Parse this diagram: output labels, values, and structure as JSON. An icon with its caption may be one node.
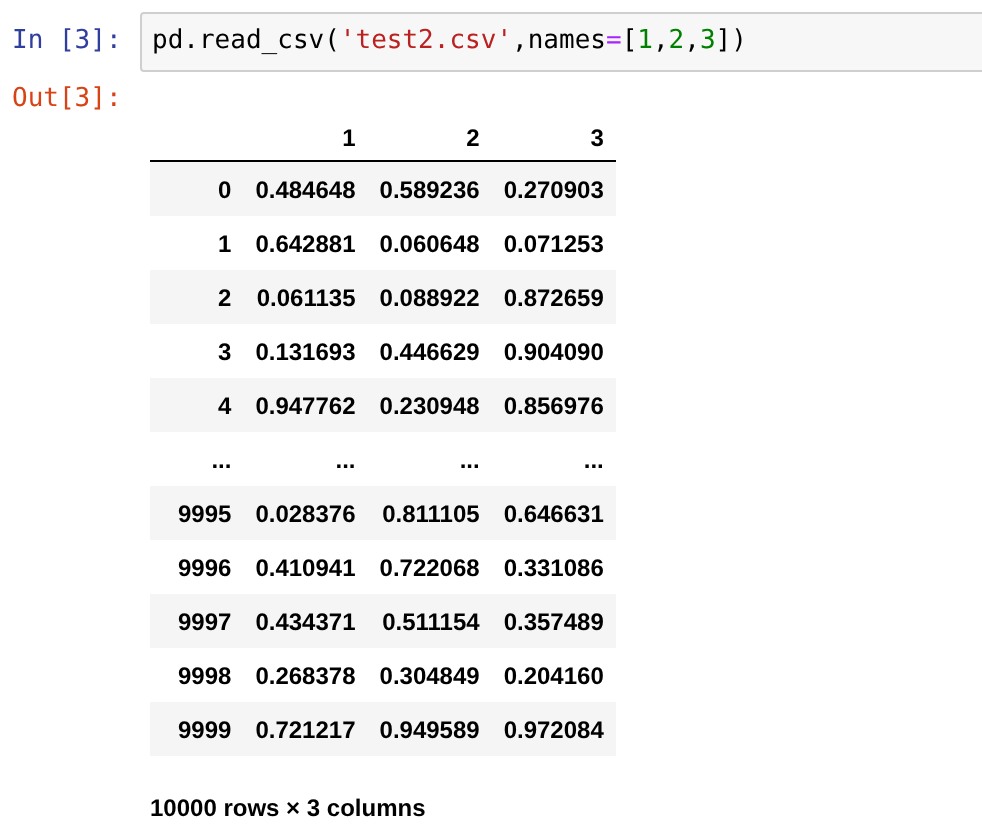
{
  "diagram": {
    "labels": [
      "In [3]:",
      "pd.read_csv('test2.csv',names=[1,2,3])",
      "Out[3]:",
      "1",
      "2",
      "3",
      "0",
      "0.484648",
      "0.589236",
      "0.270903",
      "1",
      "0.642881",
      "0.060648",
      "0.071253",
      "2",
      "0.061135",
      "0.088922",
      "0.872659",
      "3",
      "0.131693",
      "0.446629",
      "0.904090",
      "4",
      "0.947762",
      "0.230948",
      "0.856976",
      "...",
      "...",
      "...",
      "...",
      "9995",
      "0.028376",
      "0.811105",
      "0.646631",
      "9996",
      "0.410941",
      "0.722068",
      "0.331086",
      "9997",
      "0.434371",
      "0.511154",
      "0.357489",
      "9998",
      "0.268378",
      "0.304849",
      "0.204160",
      "9999",
      "0.721217",
      "0.949589",
      "0.972084",
      "10000 rows × 3 columns"
    ]
  }
}
